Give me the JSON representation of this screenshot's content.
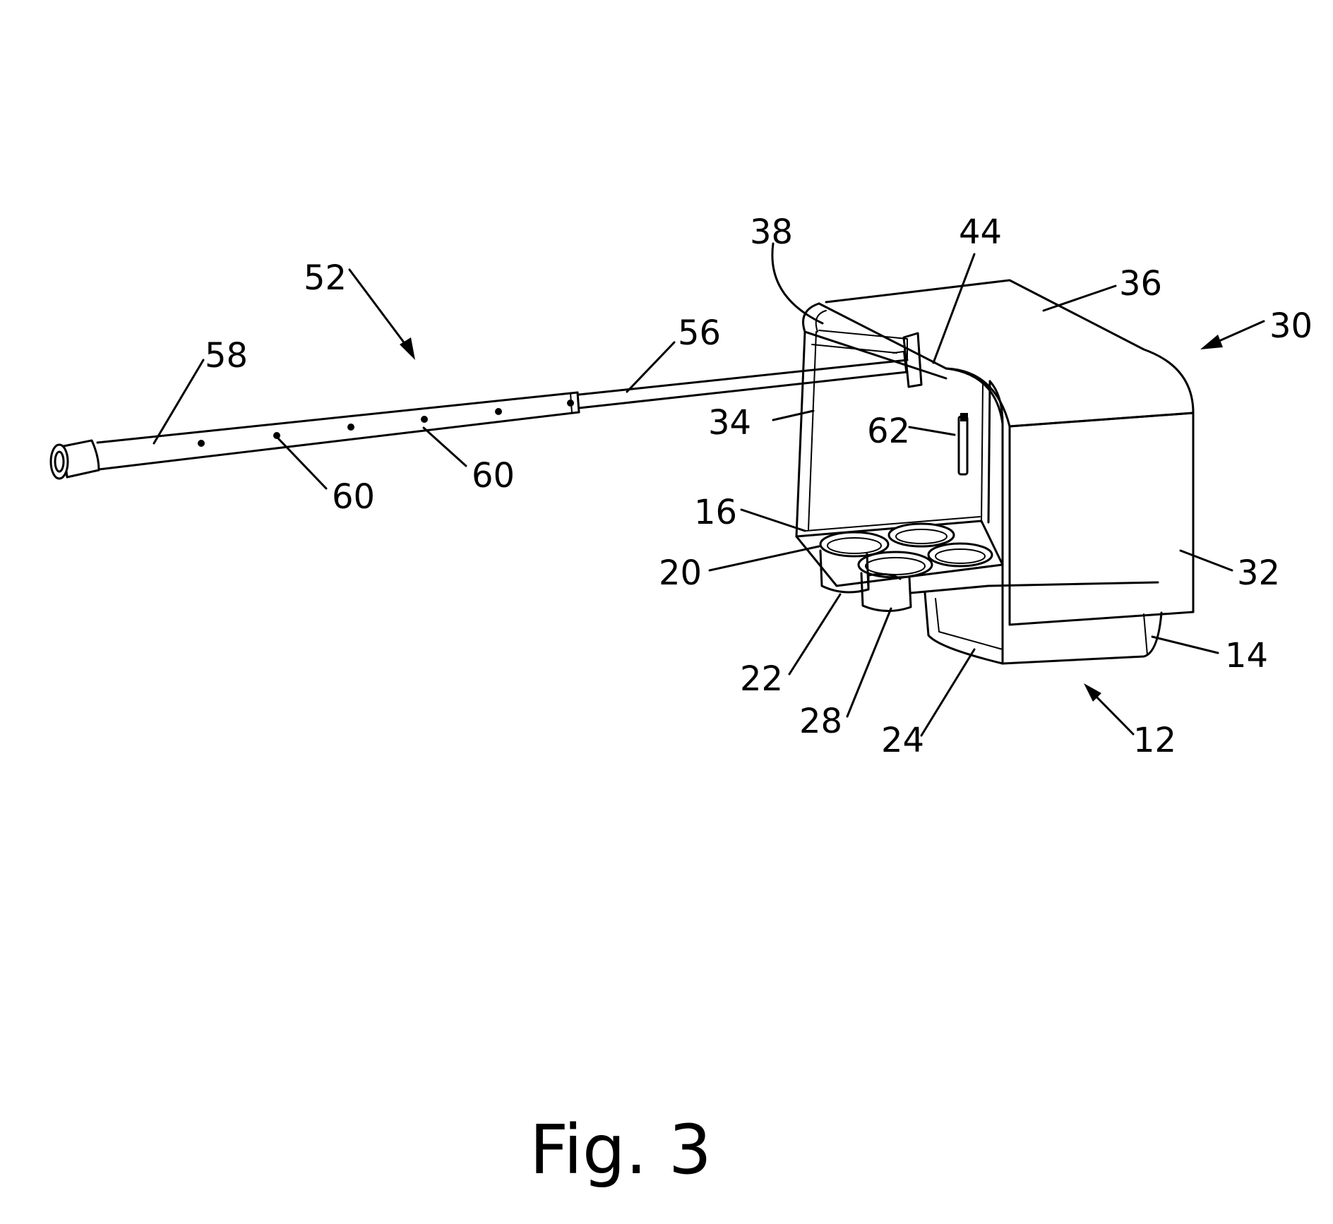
{
  "caption": "Fig. 3",
  "labels": {
    "l58": "58",
    "l52": "52",
    "l56": "56",
    "l60a": "60",
    "l60b": "60",
    "l38": "38",
    "l44": "44",
    "l36": "36",
    "l30": "30",
    "l34": "34",
    "l62": "62",
    "l16": "16",
    "l20": "20",
    "l32": "32",
    "l14": "14",
    "l22": "22",
    "l28": "28",
    "l24": "24",
    "l12": "12"
  }
}
